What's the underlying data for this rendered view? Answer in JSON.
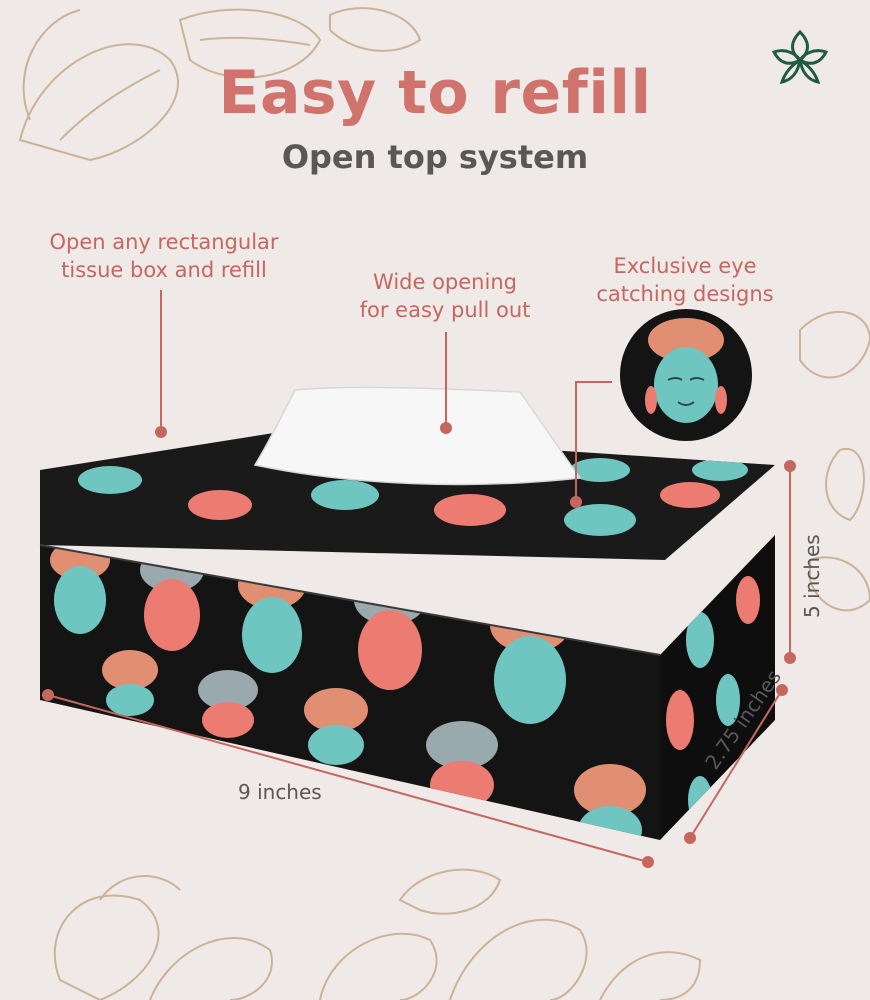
{
  "headline": "Easy to refill",
  "subheadline": "Open top system",
  "callouts": {
    "refill": [
      "Open any rectangular",
      "tissue box and refill"
    ],
    "opening": [
      "Wide opening",
      "for easy pull out"
    ],
    "designs": [
      "Exclusive eye",
      "catching designs"
    ]
  },
  "dimensions": {
    "length": "9 inches",
    "depth": "2.75 inches",
    "height": "5 inches"
  },
  "colors": {
    "background": "#efe9e7",
    "accent": "#cf736c",
    "text_dark": "#595757",
    "logo": "#1f5a45",
    "box": "#141414",
    "face_teal": "#6fc6c0",
    "face_coral": "#ec7c72",
    "floral_line": "#c8ae8f"
  },
  "icons": [
    "brand-logo-icon",
    "floral-outline-decoration"
  ]
}
